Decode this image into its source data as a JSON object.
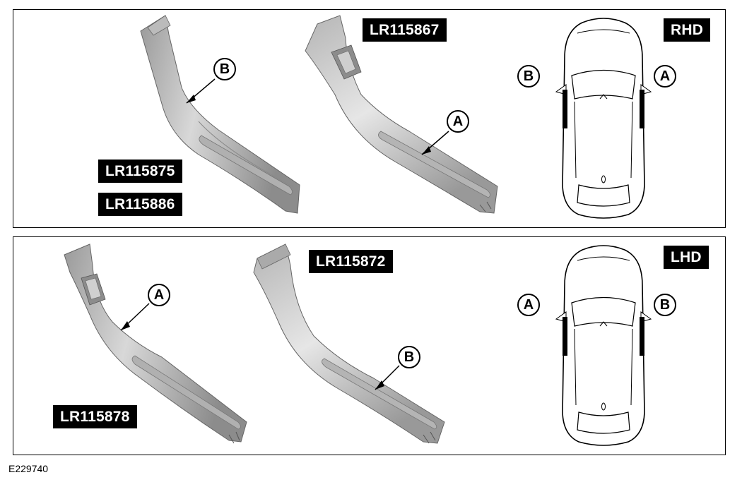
{
  "figure_id": "E229740",
  "panels": [
    {
      "drive": "RHD",
      "part_labels": [
        "LR115875",
        "LR115886",
        "LR115867"
      ],
      "callouts": {
        "part1": "B",
        "part2": "A",
        "car_left": "B",
        "car_right": "A"
      }
    },
    {
      "drive": "LHD",
      "part_labels": [
        "LR115878",
        "LR115872"
      ],
      "callouts": {
        "part1": "A",
        "part2": "B",
        "car_left": "A",
        "car_right": "B"
      }
    }
  ]
}
